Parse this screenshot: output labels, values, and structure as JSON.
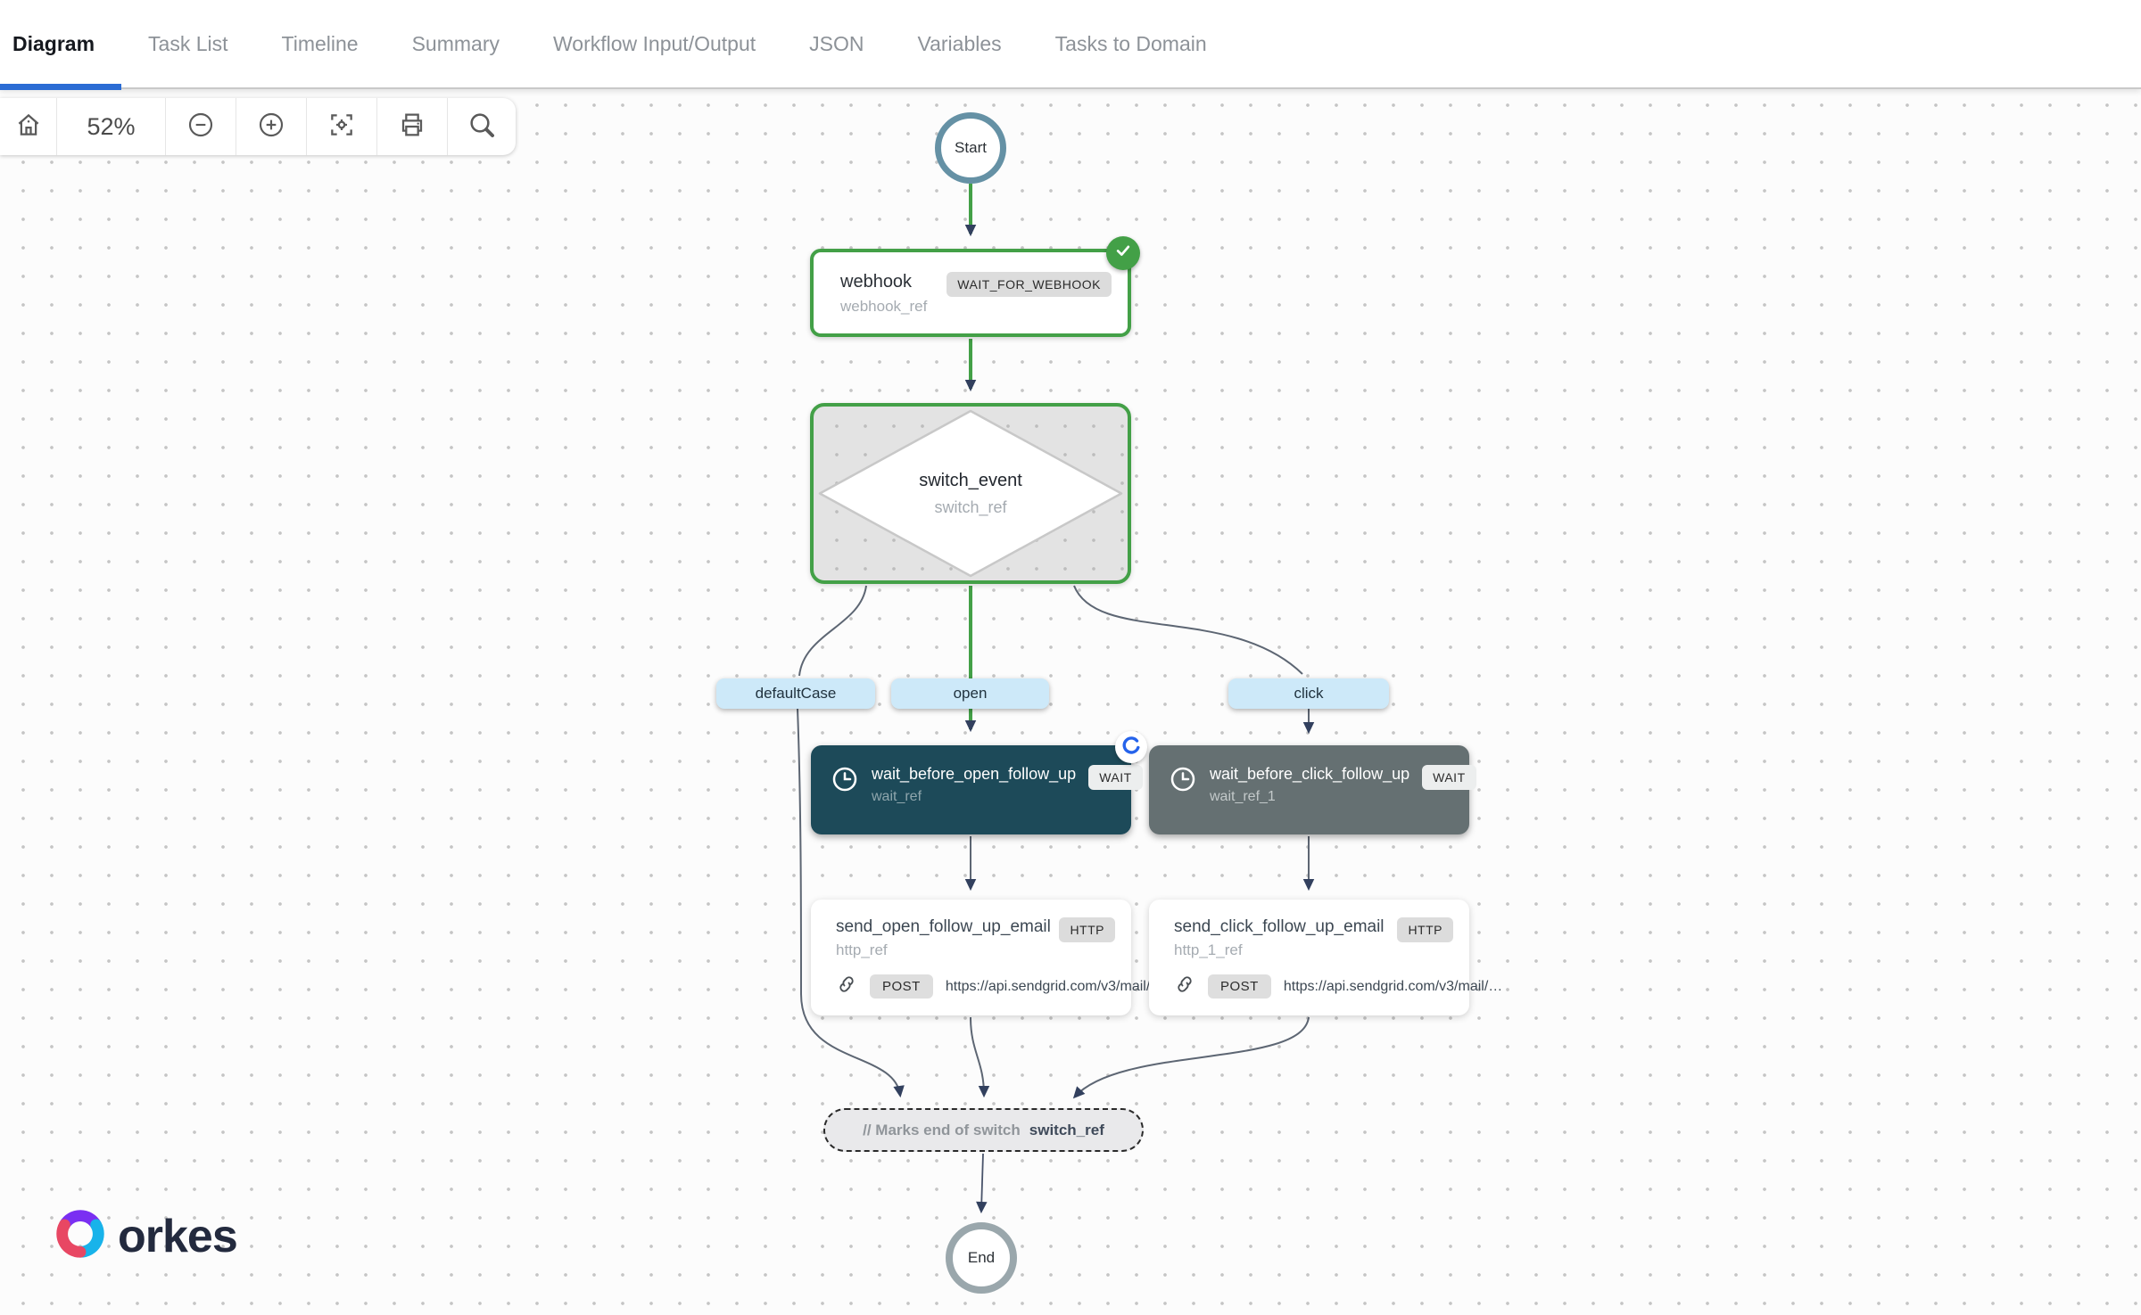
{
  "tabs": [
    {
      "label": "Diagram",
      "active": true
    },
    {
      "label": "Task List"
    },
    {
      "label": "Timeline"
    },
    {
      "label": "Summary"
    },
    {
      "label": "Workflow Input/Output"
    },
    {
      "label": "JSON"
    },
    {
      "label": "Variables"
    },
    {
      "label": "Tasks to Domain"
    }
  ],
  "toolbar": {
    "zoom_level": "52%"
  },
  "workflow": {
    "start": {
      "label": "Start"
    },
    "webhook": {
      "title": "webhook",
      "ref": "webhook_ref",
      "type_badge": "WAIT_FOR_WEBHOOK"
    },
    "switch": {
      "title": "switch_event",
      "ref": "switch_ref"
    },
    "branches": {
      "default_case": "defaultCase",
      "open": "open",
      "click": "click"
    },
    "wait_open": {
      "title": "wait_before_open_follow_up",
      "ref": "wait_ref",
      "type_badge": "WAIT"
    },
    "wait_click": {
      "title": "wait_before_click_follow_up",
      "ref": "wait_ref_1",
      "type_badge": "WAIT"
    },
    "http_open": {
      "title": "send_open_follow_up_email",
      "ref": "http_ref",
      "type_badge": "HTTP",
      "method": "POST",
      "url": "https://api.sendgrid.com/v3/mail/…"
    },
    "http_click": {
      "title": "send_click_follow_up_email",
      "ref": "http_1_ref",
      "type_badge": "HTTP",
      "method": "POST",
      "url": "https://api.sendgrid.com/v3/mail/…"
    },
    "switch_end": {
      "comment": "// Marks end of switch",
      "ref": "switch_ref"
    },
    "end": {
      "label": "End"
    }
  },
  "logo": {
    "brand": "orkes"
  },
  "colors": {
    "accent_green": "#43a047",
    "active_tab_blue": "#2b6cd4",
    "wait_teal": "#1d4a59",
    "wait_gray": "#657072",
    "branch_pill_blue": "#cde9f9",
    "arrow_navy": "#32405e",
    "start_ring_blue": "#6591a5",
    "end_ring_gray": "#9aa7ac"
  }
}
